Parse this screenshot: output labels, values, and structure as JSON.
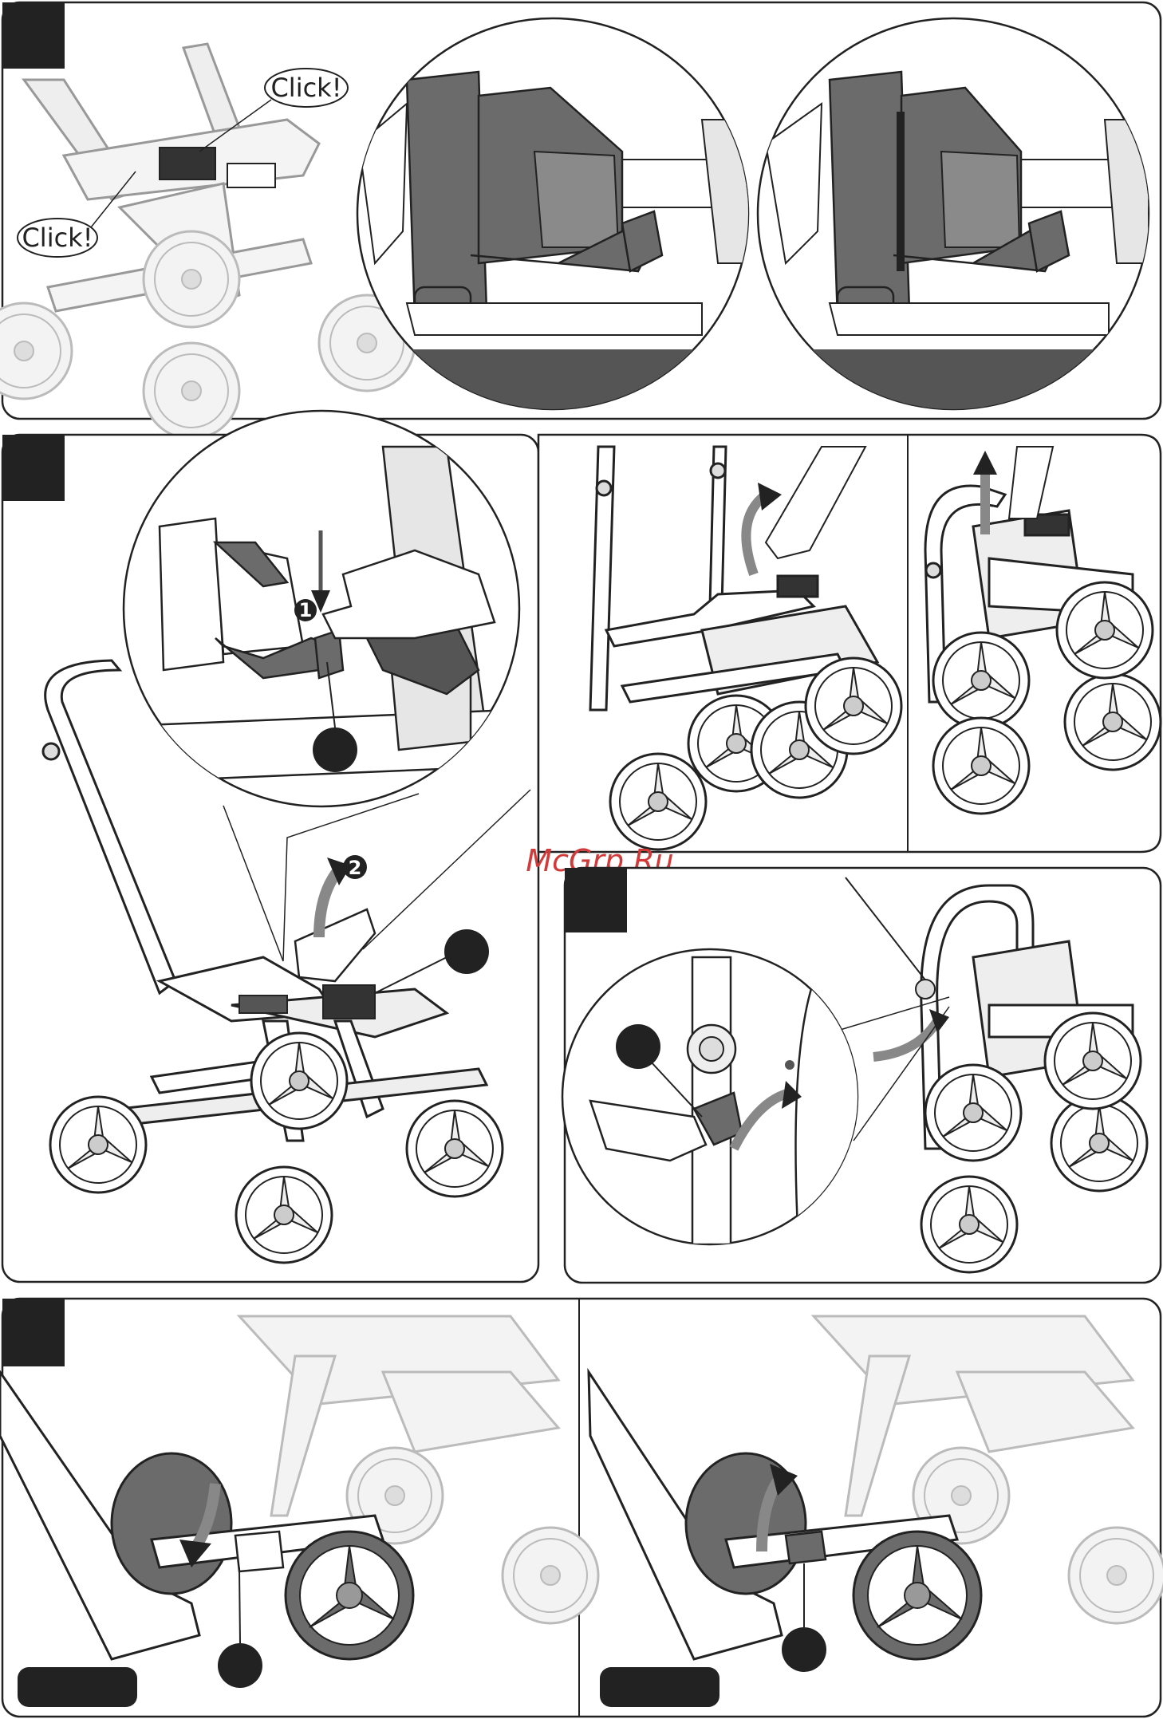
{
  "callouts": {
    "click_1": "Click!",
    "click_2": "Click!"
  },
  "step_markers": {
    "one": "1",
    "two": "2"
  },
  "watermark": "McGrp.Ru",
  "colors": {
    "frame": "#222222",
    "dark_part": "#6b6b6b",
    "light_part": "#d9d9d9",
    "watermark": "#d23a3a"
  }
}
